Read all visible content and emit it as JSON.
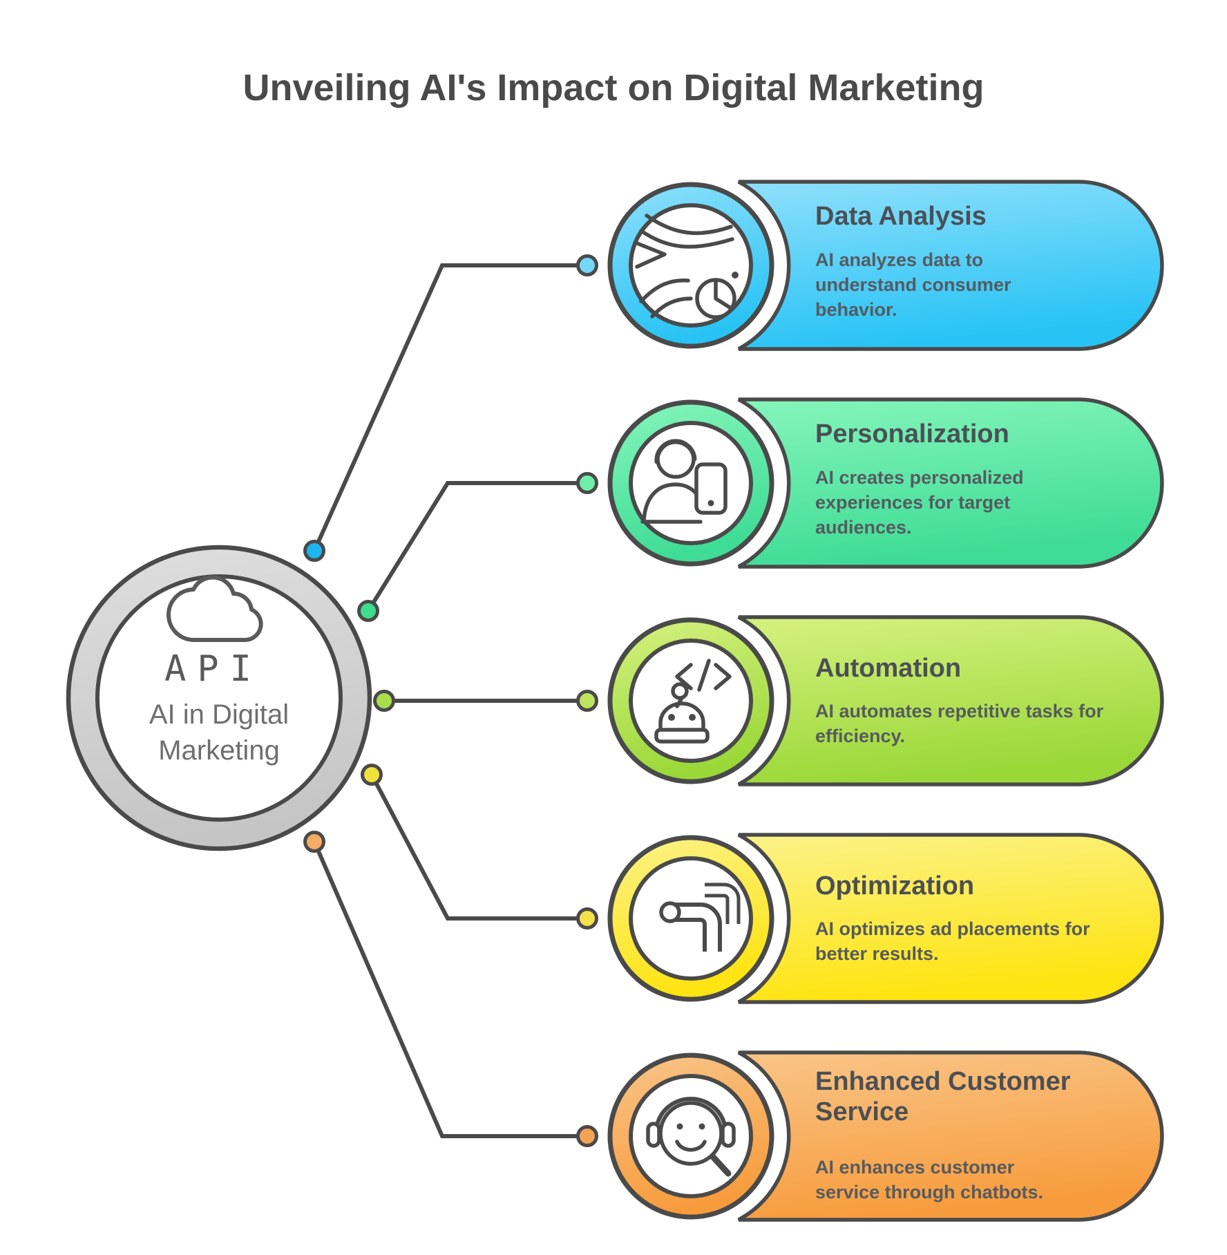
{
  "title": "Unveiling AI's Impact on Digital Marketing",
  "stroke_color": "#4a4a4a",
  "center": {
    "icon": "cloud-api-icon",
    "api_label": "API",
    "label": "AI in Digital Marketing",
    "ring_from": "#dedede",
    "ring_to": "#c5c5c5"
  },
  "items": [
    {
      "title": "Data Analysis",
      "description": "AI analyzes data to understand consumer behavior.",
      "icon": "data-analysis-icon",
      "grad_from": "#8fe0fb",
      "grad_to": "#28c3f5",
      "dot_near": "#1cb5f0",
      "dot_far": "#74d6f8"
    },
    {
      "title": "Personalization",
      "description": "AI creates personalized experiences for target audiences.",
      "icon": "personalization-icon",
      "grad_from": "#86f5bb",
      "grad_to": "#3edc96",
      "dot_near": "#3edc8e",
      "dot_far": "#6fefa9"
    },
    {
      "title": "Automation",
      "description": "AI automates repetitive tasks for efficiency.",
      "icon": "automation-icon",
      "grad_from": "#d6f180",
      "grad_to": "#9ad838",
      "dot_near": "#a8de4c",
      "dot_far": "#bce45c"
    },
    {
      "title": "Optimization",
      "description": "AI optimizes ad placements for better results.",
      "icon": "optimization-icon",
      "grad_from": "#fbf289",
      "grad_to": "#fee411",
      "dot_near": "#f0e13c",
      "dot_far": "#f4e04a"
    },
    {
      "title": "Enhanced Customer Service",
      "description": "AI enhances customer service through chatbots.",
      "icon": "customer-service-icon",
      "grad_from": "#f9c588",
      "grad_to": "#f79c3d",
      "dot_near": "#f5ac66",
      "dot_far": "#f4a253"
    }
  ]
}
